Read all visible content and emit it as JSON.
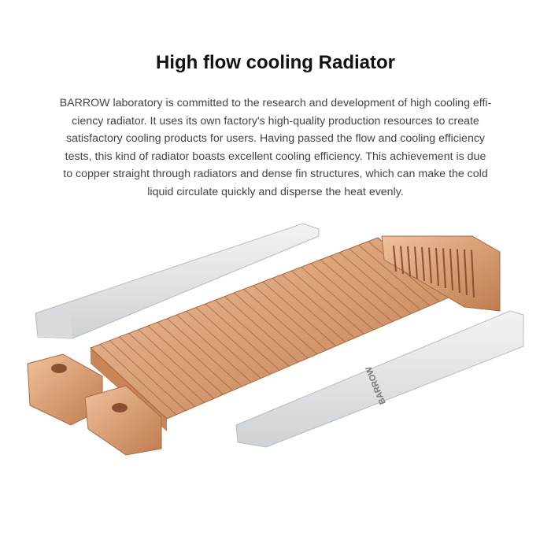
{
  "title": "High flow cooling Radiator",
  "description": [
    "BARROW laboratory is committed to the research and development of high cooling effi-",
    "ciency radiator. It uses its own factory's high-quality production resources to create",
    "satisfactory cooling products for users. Having passed the flow and cooling efficiency",
    "tests, this kind of radiator boasts excellent cooling efficiency. This achievement is due",
    "to copper straight through radiators and dense fin structures, which can make the cold",
    "liquid circulate quickly and disperse the heat evenly."
  ],
  "brand_mark": "BARROW",
  "colors": {
    "copper": "#d9996b",
    "copper_dark": "#b06d45",
    "bracket": "#e4e6e8"
  }
}
